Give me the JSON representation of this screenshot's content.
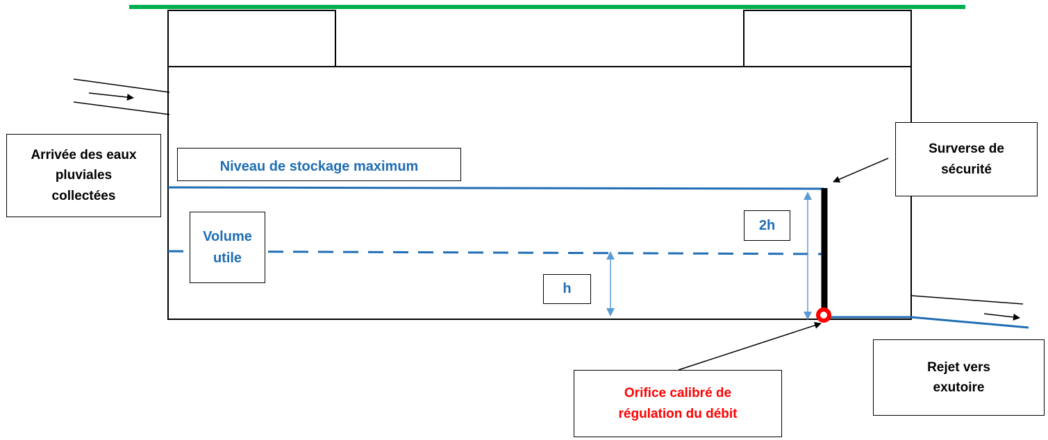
{
  "labels": {
    "inflow": "Arrivée des eaux pluviales collectées",
    "max_level": "Niveau de stockage maximum",
    "useful_volume": "Volume utile",
    "height_2h": "2h",
    "height_h": "h",
    "overflow": "Surverse de sécurité",
    "orifice": "Orifice calibré de régulation du débit",
    "outlet": "Rejet vers exutoire"
  },
  "colors": {
    "ground": "#00b050",
    "water": "#1f6db5",
    "dimension": "#5b9bd5",
    "orifice": "#ff0000",
    "outline": "#000000"
  }
}
